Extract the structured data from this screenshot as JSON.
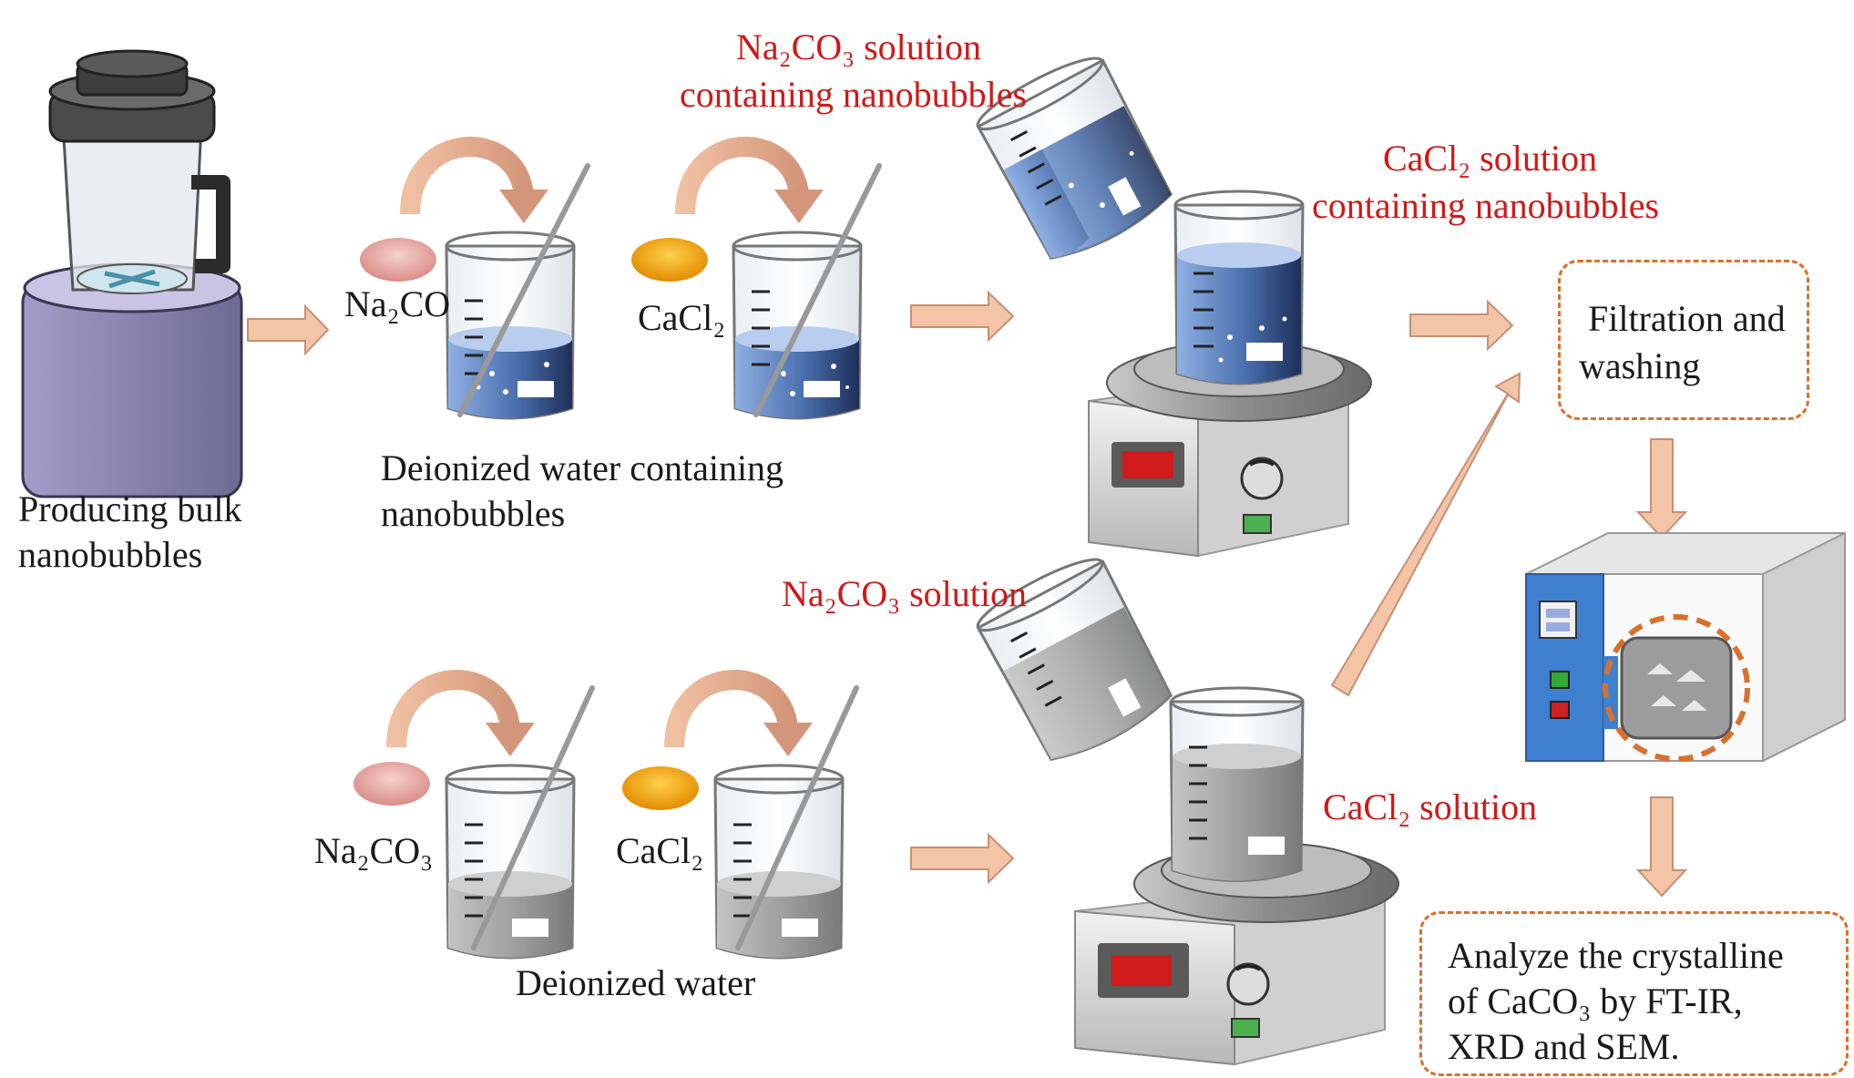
{
  "colors": {
    "label_red": "#d01818",
    "arrow_fill": "#f3c4a6",
    "arrow_stroke": "#c69074",
    "dashed_border": "#d9702a",
    "water_blue": "#3b5f9c",
    "water_gray": "#9a9a9a",
    "oven_blue": "#3f7fd0",
    "na2co3_powder": "#e8a9a4",
    "cacl2_powder": "#f2a51a"
  },
  "labels": {
    "producing_line1": "Producing bulk",
    "producing_line2": "nanobubbles",
    "di_nb_line1": "Deionized water containing",
    "di_nb_line2": "nanobubbles",
    "di_water": "Deionized water",
    "na2co3_nb_line1": "Na₂CO₃ solution",
    "na2co3_nb_line2": "containing nanobubbles",
    "cacl2_nb_line1": "CaCl₂ solution",
    "cacl2_nb_line2": "containing nanobubbles",
    "na2co3_solution": "Na₂CO₃ solution",
    "cacl2_solution": "CaCl₂ solution",
    "powder_na2co3_top": "Na₂CO",
    "powder_cacl2_top": "CaCl₂",
    "powder_na2co3_bottom": "Na₂CO₃",
    "powder_cacl2_bottom": "CaCl₂",
    "filtration_line1": "Filtration and",
    "filtration_line2": "washing",
    "analyze_line1": "Analyze the crystalline",
    "analyze_line2": "of CaCO₃ by FT-IR,",
    "analyze_line3": "XRD and SEM."
  },
  "icons": [
    "blender-icon",
    "beaker-icon",
    "stir-rod-icon",
    "curved-arrow-icon",
    "powder-pile-icon",
    "pouring-beaker-icon",
    "magnetic-stirrer-icon",
    "drying-oven-icon",
    "flow-arrow-icon"
  ]
}
